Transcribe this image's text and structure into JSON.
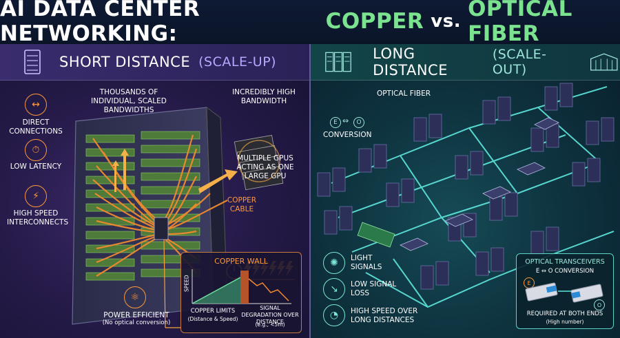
{
  "title": {
    "part1": "AI DATA CENTER NETWORKING:",
    "part2": "COPPER",
    "part3": "vs.",
    "part4": "OPTICAL FIBER"
  },
  "left": {
    "header_main": "SHORT DISTANCE",
    "header_sub": "(SCALE-UP)",
    "features": [
      {
        "label": "DIRECT CONNECTIONS",
        "icon": "arrows-icon"
      },
      {
        "label": "LOW LATENCY",
        "icon": "stopwatch-icon"
      },
      {
        "label": "HIGH SPEED INTERCONNECTS",
        "icon": "speed-icon"
      }
    ],
    "power_label": "POWER EFFICIENT",
    "power_note": "(No optical conversion)",
    "bandwidths_label": "THOUSANDS OF INDIVIDUAL, SCALED BANDWIDTHS",
    "high_bandwidth_label": "INCREDIBLY HIGH BANDWIDTH",
    "gpus_label": "MULTIPLE GPUs ACTING AS ONE LARGE GPU",
    "copper_cable_label": "COPPER CABLE",
    "copper_wall": {
      "title": "COPPER WALL",
      "y_axis": "SPEED",
      "limits_label": "COPPER LIMITS",
      "limits_note": "(Distance & Speed)",
      "degradation_label": "SIGNAL DEGRADATION OVER DISTANCE",
      "degradation_note": "(e.g., <5m)"
    }
  },
  "right": {
    "header_main": "LONG DISTANCE",
    "header_sub": "(SCALE-OUT)",
    "optical_fiber_label": "OPTICAL FIBER",
    "conversion_label": "CONVERSION",
    "e_letter": "E",
    "o_letter": "O",
    "features": [
      {
        "label": "LIGHT SIGNALS",
        "icon": "light-icon"
      },
      {
        "label": "LOW SIGNAL LOSS",
        "icon": "signal-loss-icon"
      },
      {
        "label": "HIGH SPEED OVER LONG DISTANCES",
        "icon": "gauge-icon"
      }
    ],
    "transceivers": {
      "title": "OPTICAL TRANSCEIVERS",
      "conversion": "E ⇔ O CONVERSION",
      "required": "REQUIRED AT BOTH ENDS",
      "required_note": "(High number)"
    }
  },
  "colors": {
    "copper": "#ff9a3a",
    "optical": "#7be28f",
    "fiber": "#5fe8de",
    "left_bg": "#261b4a",
    "right_bg": "#0e3440"
  }
}
